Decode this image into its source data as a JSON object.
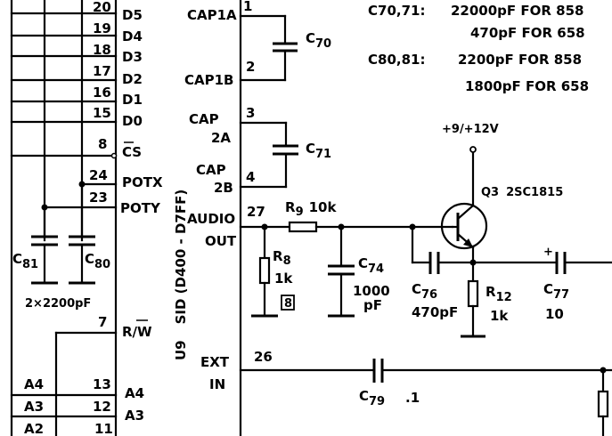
{
  "chip": {
    "ref": "U9",
    "name": "SID (D400 - D7FF)",
    "pins_left": [
      {
        "num": "20",
        "name": "D5"
      },
      {
        "num": "19",
        "name": "D4"
      },
      {
        "num": "18",
        "name": "D3"
      },
      {
        "num": "17",
        "name": "D2"
      },
      {
        "num": "16",
        "name": "D1"
      },
      {
        "num": "15",
        "name": "D0"
      },
      {
        "num": "8",
        "name": "CS"
      },
      {
        "num": "24",
        "name": "POTX"
      },
      {
        "num": "23",
        "name": "POTY"
      },
      {
        "num": "7",
        "name": "R/W"
      },
      {
        "num": "13",
        "name": "A4"
      },
      {
        "num": "12",
        "name": "A3"
      },
      {
        "num": "11",
        "name": "A2"
      }
    ],
    "pins_right": [
      {
        "num": "1",
        "name": "CAP1A"
      },
      {
        "num": "2",
        "name": "CAP1B"
      },
      {
        "num": "3",
        "name": "CAP 2A"
      },
      {
        "num": "4",
        "name": "CAP 2B"
      },
      {
        "num": "27",
        "name": "AUDIO OUT"
      },
      {
        "num": "26",
        "name": "EXT IN"
      }
    ]
  },
  "bus_labels": [
    "A4",
    "A3",
    "A2"
  ],
  "labels": {
    "cap1a": "CAP1A",
    "cap1b": "CAP1B",
    "cap2a_1": "CAP",
    "cap2a_2": "2A",
    "cap2b_1": "CAP",
    "cap2b_2": "2B",
    "audio_1": "AUDIO",
    "audio_2": "OUT",
    "ext_1": "EXT",
    "ext_2": "IN",
    "pin1": "1",
    "pin2": "2",
    "pin3": "3",
    "pin4": "4",
    "pin27": "27",
    "pin26": "26",
    "chip_name": "SID (D400 - D7FF)",
    "chip_ref": "U9"
  },
  "components": {
    "c70": {
      "ref": "C",
      "sub": "70"
    },
    "c71": {
      "ref": "C",
      "sub": "71"
    },
    "c80": {
      "ref": "C",
      "sub": "80"
    },
    "c81": {
      "ref": "C",
      "sub": "81"
    },
    "c80_81_value": "2×2200pF",
    "r9": {
      "ref": "R",
      "sub": "9",
      "value": "10k"
    },
    "r8": {
      "ref": "R",
      "sub": "8",
      "value": "1k",
      "tag": "8"
    },
    "c74": {
      "ref": "C",
      "sub": "74",
      "value1": "1000",
      "value2": "pF"
    },
    "c76": {
      "ref": "C",
      "sub": "76",
      "value": "470pF"
    },
    "r12": {
      "ref": "R",
      "sub": "12",
      "value": "1k"
    },
    "c77": {
      "ref": "C",
      "sub": "77",
      "value": "10",
      "polarity": "+"
    },
    "c79": {
      "ref": "C",
      "sub": "79",
      "value": ".1"
    },
    "q3": {
      "ref": "Q3",
      "part": "2SC1815"
    },
    "supply": "+9/+12V"
  },
  "notes": [
    {
      "key": "C70,71:",
      "value": "22000pF FOR 858"
    },
    {
      "key": "",
      "value": "470pF FOR 658"
    },
    {
      "key": "C80,81:",
      "value": "2200pF FOR 858"
    },
    {
      "key": "",
      "value": "1800pF FOR 658"
    }
  ]
}
